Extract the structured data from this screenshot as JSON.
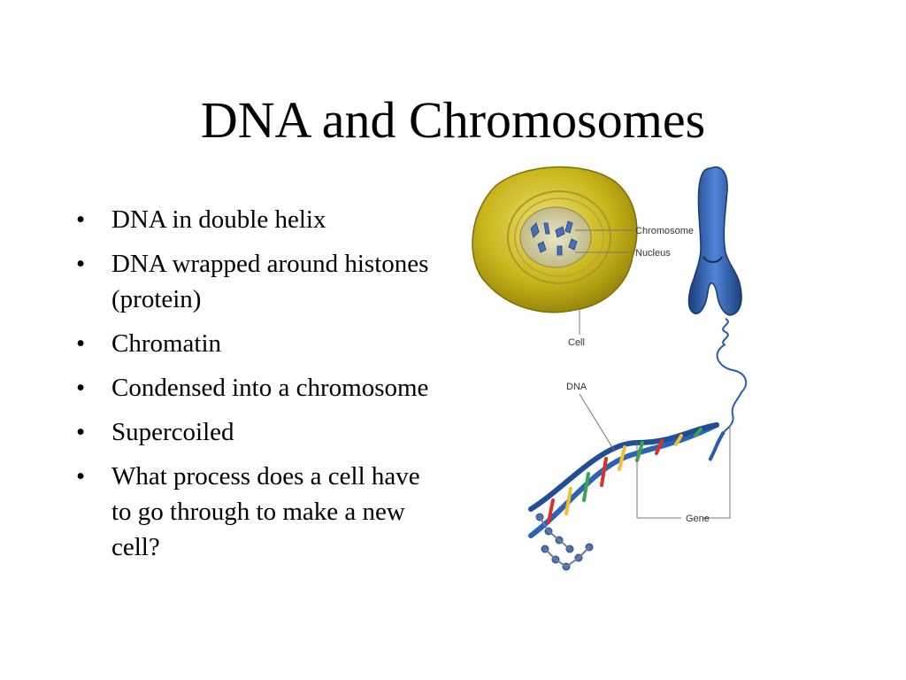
{
  "slide": {
    "title": "DNA and Chromosomes",
    "bullets": [
      "DNA in double helix",
      "DNA wrapped around histones (protein)",
      "Chromatin",
      "Condensed into a chromosome",
      "Supercoiled",
      "What process does a cell have to go through to make a new cell?"
    ],
    "bullet_symbol": "•"
  },
  "diagram": {
    "labels": {
      "chromosome": "Chromosome",
      "nucleus": "Nucleus",
      "cell": "Cell",
      "dna": "DNA",
      "gene": "Gene"
    },
    "colors": {
      "cell": "#c9b51a",
      "cell_dark": "#8f7f08",
      "nucleus": "#d8d3a0",
      "chromosome": "#2d5fb3",
      "chromosome_dark": "#1c3f7c",
      "label_line": "#777777"
    }
  }
}
